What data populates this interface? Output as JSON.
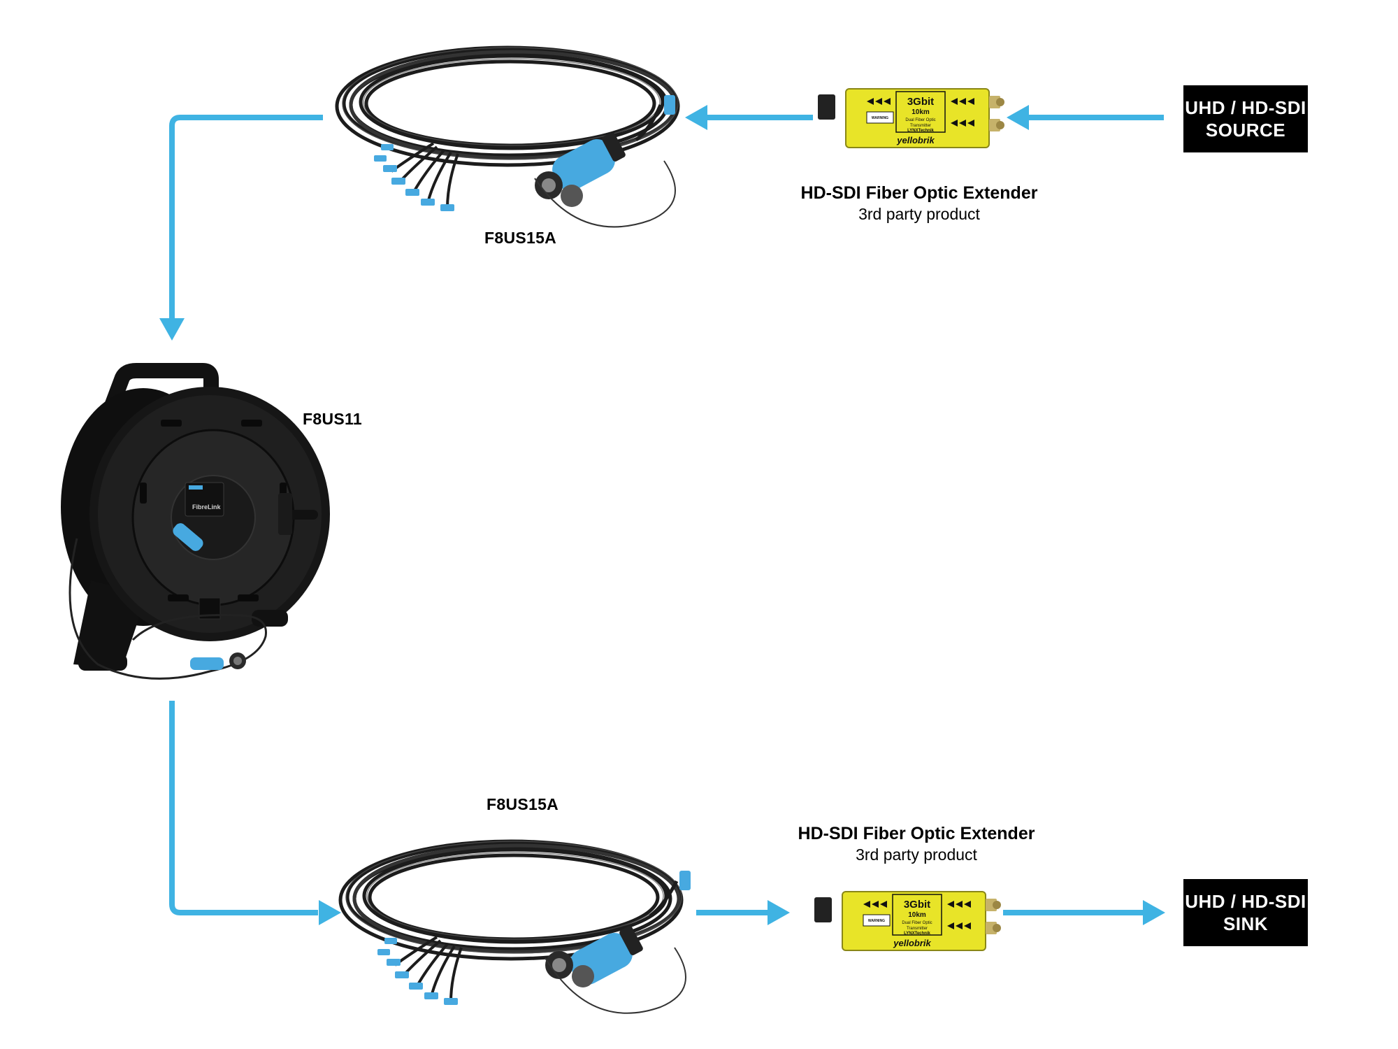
{
  "top": {
    "source_box": {
      "line1": "UHD / HD-SDI",
      "line2": "SOURCE"
    },
    "extender": {
      "title": "HD-SDI Fiber Optic Extender",
      "subtitle": "3rd party product"
    },
    "cable_label": "F8US15A"
  },
  "reel": {
    "label": "F8US11",
    "reel_brand": "FibreLink"
  },
  "bottom": {
    "sink_box": {
      "line1": "UHD / HD-SDI",
      "line2": "SINK"
    },
    "extender": {
      "title": "HD-SDI Fiber Optic Extender",
      "subtitle": "3rd party product"
    },
    "cable_label": "F8US15A"
  },
  "device_print": {
    "rate": "3Gbit",
    "distance": "10km",
    "desc_line1": "Dual Fiber Optic",
    "desc_line2": "Transmitter",
    "maker": "LYNXTechnik",
    "brand": "yellobrik",
    "warning": "WARNING"
  },
  "colors": {
    "arrow": "#3fb3e3",
    "box": "#000000",
    "device": "#e8e428",
    "connector": "#47a9e0"
  }
}
